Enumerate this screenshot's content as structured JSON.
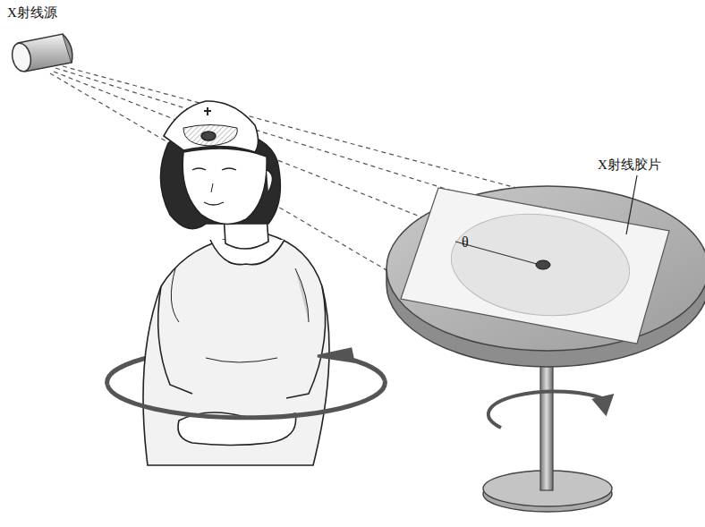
{
  "diagram": {
    "labels": [
      "X射线源",
      "X射线胶片",
      "θ"
    ]
  }
}
